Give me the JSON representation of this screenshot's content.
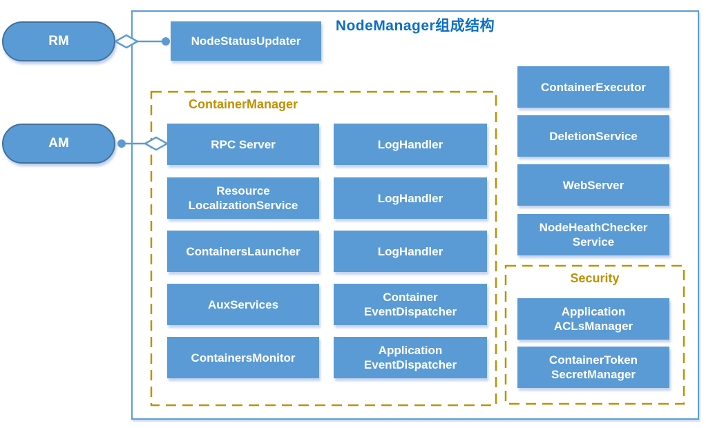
{
  "diagram": {
    "title": "NodeManager组成结构",
    "external_nodes": {
      "rm": {
        "label": "RM"
      },
      "am": {
        "label": "AM"
      }
    },
    "node_status_updater": {
      "label": "NodeStatusUpdater"
    },
    "container_manager": {
      "label": "ContainerManager",
      "left_column": [
        "RPC Server",
        "Resource\nLocalizationService",
        "ContainersLauncher",
        "AuxServices",
        "ContainersMonitor"
      ],
      "right_column": [
        "LogHandler",
        "LogHandler",
        "LogHandler",
        "Container\nEventDispatcher",
        "Application\nEventDispatcher"
      ]
    },
    "right_components": [
      "ContainerExecutor",
      "DeletionService",
      "WebServer",
      "NodeHeathChecker\nService"
    ],
    "security": {
      "label": "Security",
      "components": [
        "Application\nACLsManager",
        "ContainerToken\nSecretManager"
      ]
    },
    "connections": [
      {
        "from": "RM",
        "to": "NodeStatusUpdater",
        "tail": "open-diamond",
        "head": "filled-circle"
      },
      {
        "from": "AM",
        "to": "RPC Server",
        "tail": "filled-circle",
        "head": "open-diamond"
      }
    ],
    "colors": {
      "node_fill": "#5B9BD5",
      "node_text": "#FFFFFF",
      "stadium_border": "#41719C",
      "frame_blue": "#5B9BD5",
      "dashed_gold": "#BF9000",
      "title_blue": "#0B6FC7"
    }
  }
}
